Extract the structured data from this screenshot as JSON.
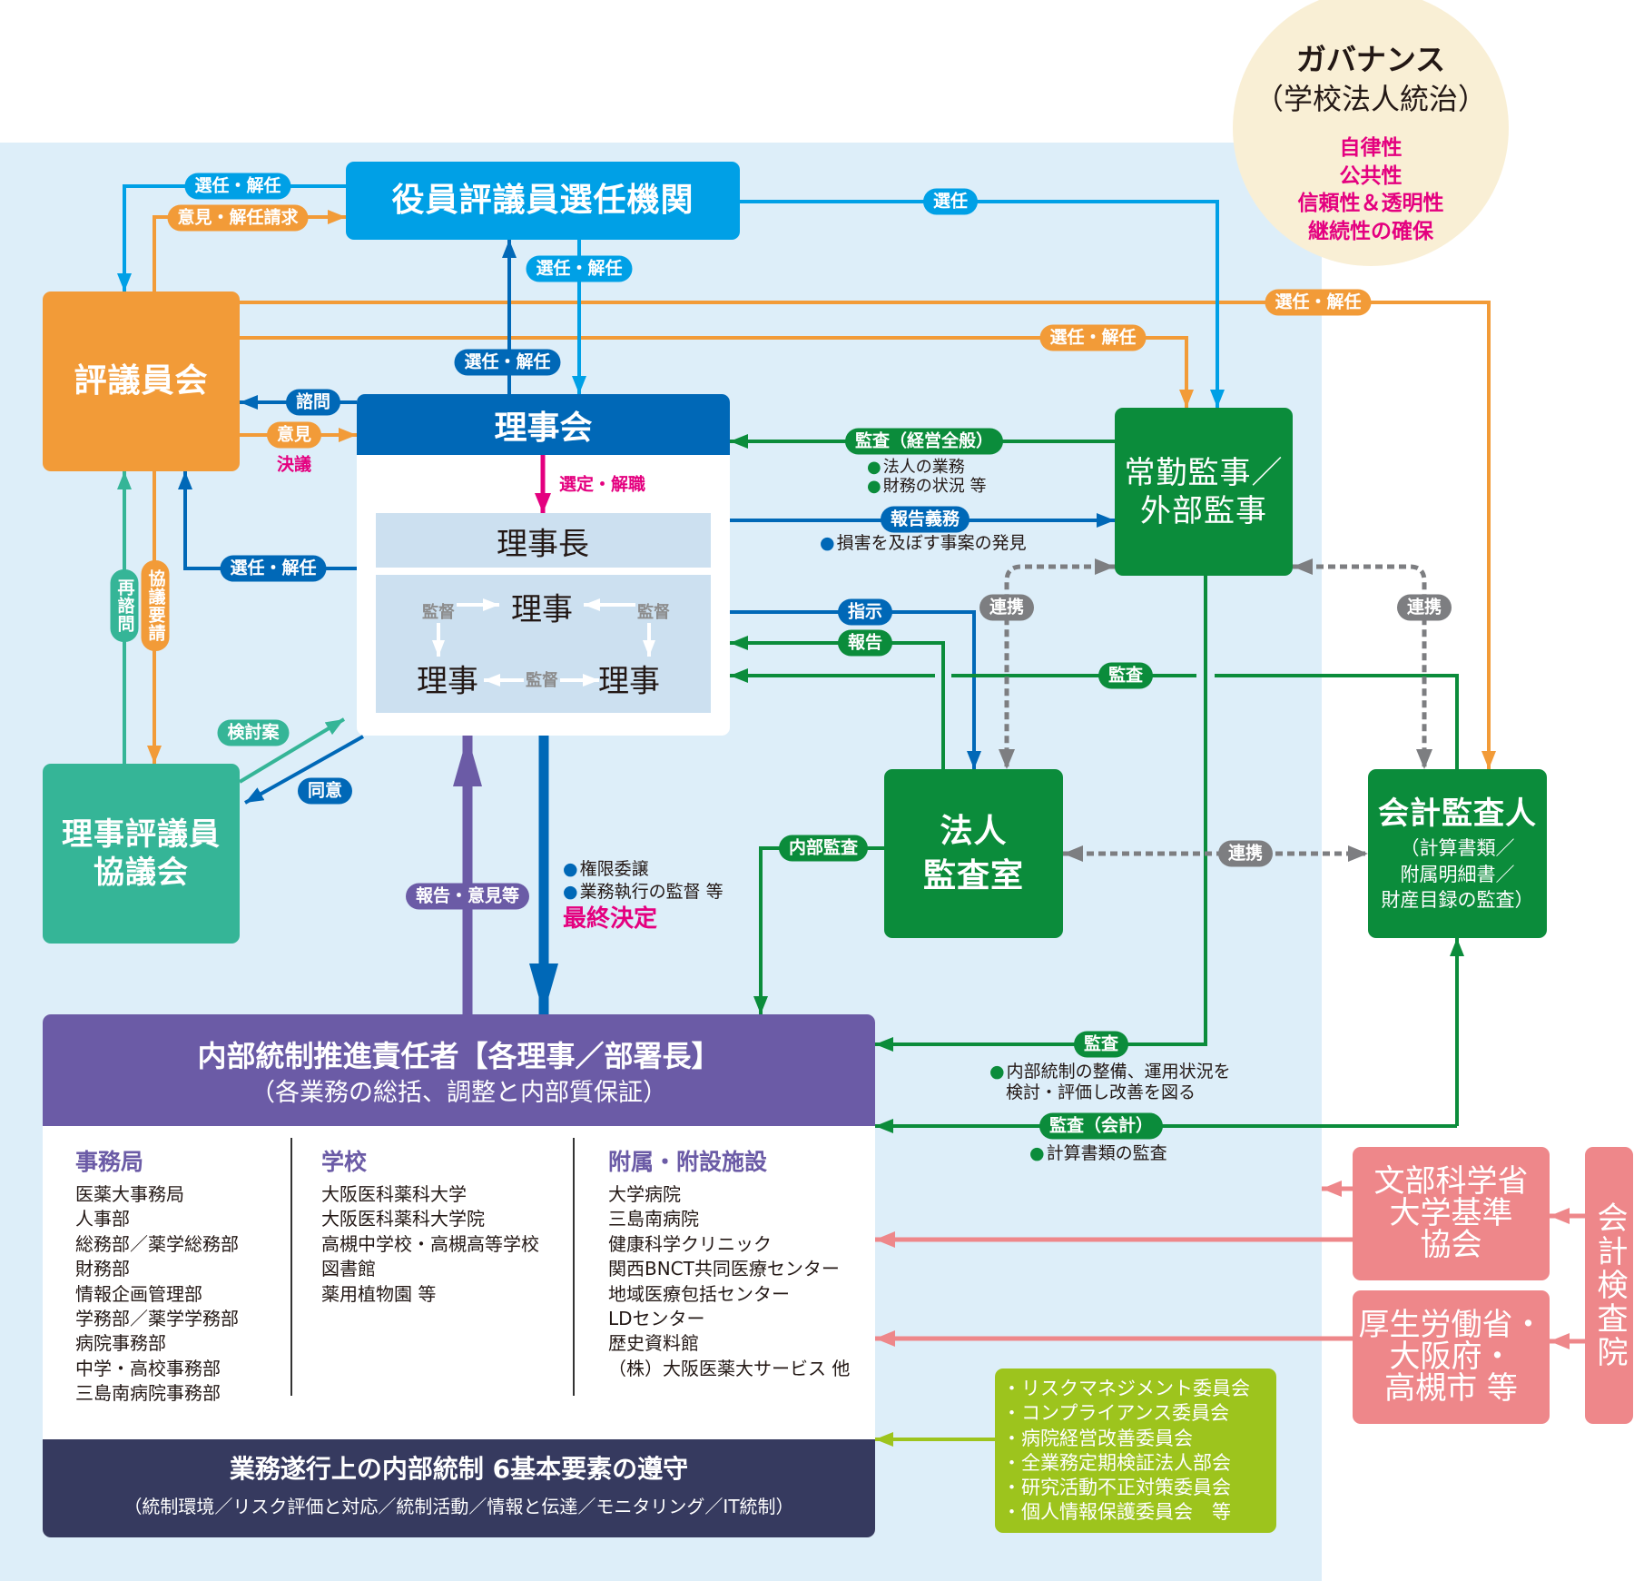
{
  "colors": {
    "cyan": "#00a0e6",
    "orange": "#f29b38",
    "blue": "#0068b7",
    "green": "#0b8c3b",
    "teal": "#35b597",
    "purple": "#6b5ba6",
    "navy": "#363a5f",
    "pink": "#ee878a",
    "lime": "#9dc41d",
    "magenta": "#e4007f",
    "gray": "#7d7e81",
    "bg": "#ddeef9",
    "band": "#cce0f0",
    "cream": "#f9efd5"
  },
  "governance": {
    "title": "ガバナンス",
    "subtitle": "（学校法人統治）",
    "principles": [
      "自律性",
      "公共性",
      "信頼性＆透明性",
      "継続性の確保"
    ]
  },
  "nodes": {
    "selection_body": "役員評議員選任機関",
    "councillors": "評議員会",
    "board": {
      "title": "理事会",
      "chairman": "理事長",
      "directors": [
        "理事",
        "理事",
        "理事"
      ],
      "supervision_labels": [
        "監督",
        "監督",
        "監督"
      ],
      "chairman_appointment": "選定・解職"
    },
    "liaison_council": [
      "理事評議員",
      "協議会"
    ],
    "auditors": [
      "常勤監事／",
      "外部監事"
    ],
    "internal_audit_office": [
      "法人",
      "監査室"
    ],
    "accounting_auditor": {
      "title": "会計監査人",
      "details": [
        "（計算書類／",
        "附属明細書／",
        "財産目録の監査）"
      ]
    },
    "internal_control": {
      "title": "内部統制推進責任者【各理事／部署長】",
      "subtitle": "（各業務の総括、調整と内部質保証）",
      "columns": [
        {
          "heading": "事務局",
          "items": [
            "医薬大事務局",
            "人事部",
            "総務部／薬学総務部",
            "財務部",
            "情報企画管理部",
            "学務部／薬学学務部",
            "病院事務部",
            "中学・高校事務部",
            "三島南病院事務部"
          ]
        },
        {
          "heading": "学校",
          "items": [
            "大阪医科薬科大学",
            "大阪医科薬科大学院",
            "高槻中学校・高槻高等学校",
            "図書館",
            "薬用植物園 等"
          ]
        },
        {
          "heading": "附属・附設施設",
          "items": [
            "大学病院",
            "三島南病院",
            "健康科学クリニック",
            "関西BNCT共同医療センター",
            "地域医療包括センター",
            "LDセンター",
            "歴史資料館",
            "（株）大阪医薬大サービス 他"
          ]
        }
      ],
      "footer_title": "業務遂行上の内部統制 6基本要素の遵守",
      "footer_subtitle": "（統制環境／リスク評価と対応／統制活動／情報と伝達／モニタリング／IT統制）"
    },
    "committees": [
      "・リスクマネジメント委員会",
      "・コンプライアンス委員会",
      "・病院経営改善委員会",
      "・全業務定期検証法人部会",
      "・研究活動不正対策委員会",
      "・個人情報保護委員会　等"
    ],
    "regulators": [
      {
        "lines": [
          "文部科学省",
          "大学基準",
          "協会"
        ]
      },
      {
        "lines": [
          "厚生労働省・",
          "大阪府・",
          "高槻市 等"
        ]
      }
    ],
    "board_of_audit": "会計検査院"
  },
  "edges": {
    "selection_to_councillors": {
      "label": "選任・解任"
    },
    "councillors_to_selection": {
      "label": "意見・解任請求"
    },
    "selection_to_board": {
      "label": "選任・解任"
    },
    "board_to_selection": {
      "label": "選任・解任"
    },
    "selection_to_auditors": {
      "label": "選任"
    },
    "councillors_to_accounting_auditor": {
      "label": "選任・解任"
    },
    "councillors_to_auditors": {
      "label": "選任・解任"
    },
    "board_consults_councillors": {
      "label": "諮問"
    },
    "councillors_opinion": {
      "label": "意見",
      "note": "決議"
    },
    "board_appoints_councillors": {
      "label": "選任・解任"
    },
    "reconsult": {
      "label": "再諮問"
    },
    "consultation_request": {
      "label": "協議要請"
    },
    "draft_proposal": {
      "label": "検討案"
    },
    "consent": {
      "label": "同意"
    },
    "audit_management": {
      "label": "監査（経営全般）",
      "notes": [
        "法人の業務",
        "財務の状況 等"
      ]
    },
    "reporting_duty": {
      "label": "報告義務",
      "notes": [
        "損害を及ぼす事案の発見"
      ]
    },
    "liaison_auditors_office": {
      "label": "連携"
    },
    "liaison_auditors_accounting": {
      "label": "連携"
    },
    "instruction": {
      "label": "指示"
    },
    "report": {
      "label": "報告"
    },
    "accounting_audit_board": {
      "label": "監査"
    },
    "audit_internal_control": {
      "label": "監査",
      "notes": [
        "内部統制の整備、運用状況を",
        "検討・評価し改善を図る"
      ]
    },
    "internal_audit": {
      "label": "内部監査"
    },
    "liaison_office_accounting": {
      "label": "連携"
    },
    "audit_accounting": {
      "label": "監査（会計）",
      "notes": [
        "計算書類の監査"
      ]
    },
    "report_opinion": {
      "label": "報告・意見等"
    },
    "delegation": {
      "notes": [
        "権限委譲",
        "業務執行の監督 等"
      ],
      "emphasis": "最終決定"
    }
  }
}
